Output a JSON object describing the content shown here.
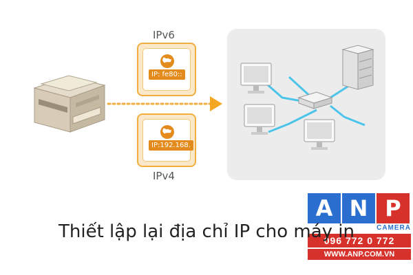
{
  "diagram": {
    "ipv6_label": "IPv6",
    "ipv6_address": "IP: fe80::",
    "ipv4_label": "IPv4",
    "ipv4_address": "IP:192.168.",
    "caption": "Thiết lập lại địa chỉ IP cho máy in"
  },
  "watermark": {
    "letters": [
      "A",
      "N",
      "P"
    ],
    "subtitle": "CAMERA",
    "phone": "096 772 0 772",
    "website": "WWW.ANP.COM.VN"
  },
  "colors": {
    "accent_orange": "#f1ad3e",
    "chip_orange": "#e38b1d",
    "network_line": "#4cc4ea",
    "panel_bg": "#ececec",
    "wm_blue": "#2a6fd0",
    "wm_red": "#d6322b"
  }
}
